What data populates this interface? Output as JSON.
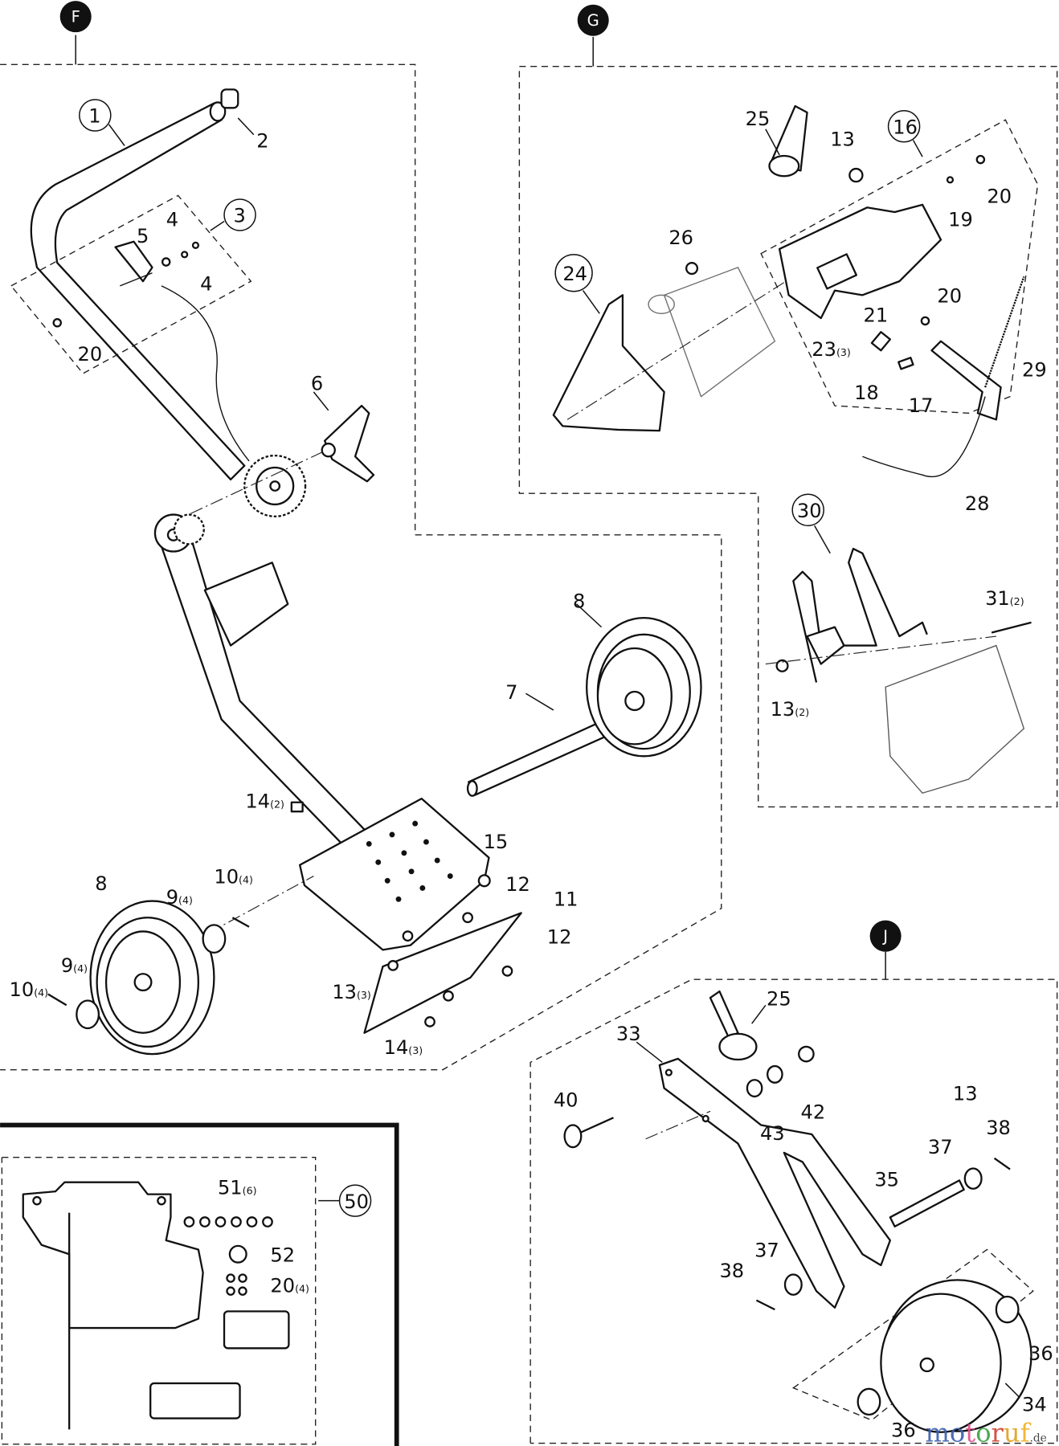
{
  "sections": [
    {
      "letter": "F"
    },
    {
      "letter": "G"
    },
    {
      "letter": "J"
    }
  ],
  "callouts": [
    {
      "num": "1",
      "sub": ""
    },
    {
      "num": "2",
      "sub": ""
    },
    {
      "num": "3",
      "sub": ""
    },
    {
      "num": "4",
      "sub": ""
    },
    {
      "num": "5",
      "sub": ""
    },
    {
      "num": "4",
      "sub": ""
    },
    {
      "num": "20",
      "sub": ""
    },
    {
      "num": "6",
      "sub": ""
    },
    {
      "num": "8",
      "sub": ""
    },
    {
      "num": "7",
      "sub": ""
    },
    {
      "num": "14",
      "sub": "(2)"
    },
    {
      "num": "15",
      "sub": ""
    },
    {
      "num": "8",
      "sub": ""
    },
    {
      "num": "9",
      "sub": "(4)"
    },
    {
      "num": "10",
      "sub": "(4)"
    },
    {
      "num": "12",
      "sub": ""
    },
    {
      "num": "11",
      "sub": ""
    },
    {
      "num": "12",
      "sub": ""
    },
    {
      "num": "9",
      "sub": "(4)"
    },
    {
      "num": "10",
      "sub": "(4)"
    },
    {
      "num": "13",
      "sub": "(3)"
    },
    {
      "num": "14",
      "sub": "(3)"
    },
    {
      "num": "25",
      "sub": ""
    },
    {
      "num": "13",
      "sub": ""
    },
    {
      "num": "16",
      "sub": ""
    },
    {
      "num": "19",
      "sub": ""
    },
    {
      "num": "20",
      "sub": ""
    },
    {
      "num": "26",
      "sub": ""
    },
    {
      "num": "24",
      "sub": ""
    },
    {
      "num": "20",
      "sub": ""
    },
    {
      "num": "21",
      "sub": ""
    },
    {
      "num": "23",
      "sub": "(3)"
    },
    {
      "num": "29",
      "sub": ""
    },
    {
      "num": "18",
      "sub": ""
    },
    {
      "num": "17",
      "sub": ""
    },
    {
      "num": "28",
      "sub": ""
    },
    {
      "num": "30",
      "sub": ""
    },
    {
      "num": "31",
      "sub": "(2)"
    },
    {
      "num": "13",
      "sub": "(2)"
    },
    {
      "num": "25",
      "sub": ""
    },
    {
      "num": "33",
      "sub": ""
    },
    {
      "num": "13",
      "sub": ""
    },
    {
      "num": "40",
      "sub": ""
    },
    {
      "num": "42",
      "sub": ""
    },
    {
      "num": "43",
      "sub": ""
    },
    {
      "num": "38",
      "sub": ""
    },
    {
      "num": "37",
      "sub": ""
    },
    {
      "num": "35",
      "sub": ""
    },
    {
      "num": "37",
      "sub": ""
    },
    {
      "num": "38",
      "sub": ""
    },
    {
      "num": "36",
      "sub": ""
    },
    {
      "num": "36",
      "sub": ""
    },
    {
      "num": "34",
      "sub": ""
    },
    {
      "num": "50",
      "sub": ""
    },
    {
      "num": "51",
      "sub": "(6)"
    },
    {
      "num": "52",
      "sub": ""
    },
    {
      "num": "20",
      "sub": "(4)"
    }
  ],
  "watermark": {
    "text": "motoruf",
    "suffix": ".de",
    "colors": [
      "#3a5fb0",
      "#3a5fb0",
      "#e0508a",
      "#3aa040",
      "#d04030",
      "#e0a020",
      "#f0b020"
    ]
  }
}
